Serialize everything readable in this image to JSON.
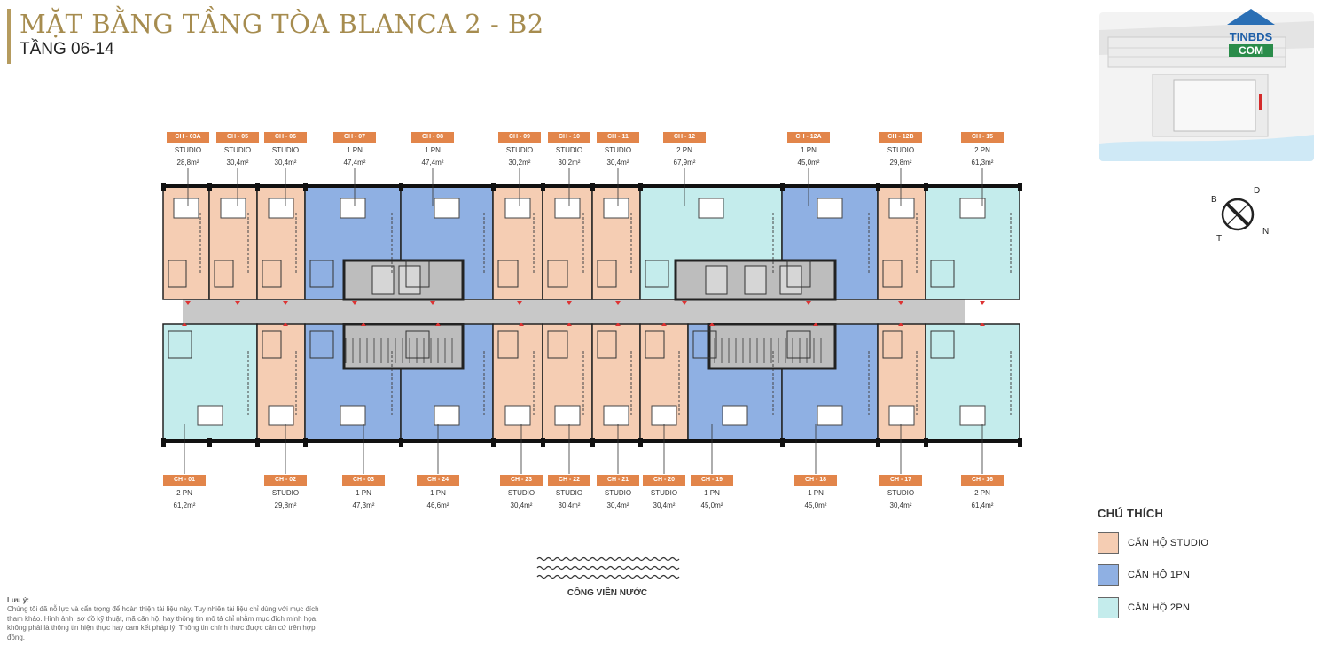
{
  "header": {
    "title": "MẶT BẰNG TẦNG TÒA BLANCA 2 - B2",
    "subtitle": "TẦNG 06-14"
  },
  "logo": {
    "line1": "TINBDS",
    "line2": "COM"
  },
  "compass": {
    "b": "B",
    "d": "Đ",
    "t": "T",
    "n": "N"
  },
  "colors": {
    "studio": "#f5cdb3",
    "one_bedroom": "#8fb0e3",
    "two_bedroom": "#c4ecec",
    "tag": "#e2854a",
    "corridor": "#c8c8c8",
    "title_gold": "#a68c4f"
  },
  "units_top": [
    {
      "code": "CH - 03A",
      "type": "STUDIO",
      "area": "28,8m²"
    },
    {
      "code": "CH - 05",
      "type": "STUDIO",
      "area": "30,4m²"
    },
    {
      "code": "CH - 06",
      "type": "STUDIO",
      "area": "30,4m²"
    },
    {
      "code": "CH - 07",
      "type": "1 PN",
      "area": "47,4m²"
    },
    {
      "code": "CH - 08",
      "type": "1 PN",
      "area": "47,4m²"
    },
    {
      "code": "CH - 09",
      "type": "STUDIO",
      "area": "30,2m²"
    },
    {
      "code": "CH - 10",
      "type": "STUDIO",
      "area": "30,2m²"
    },
    {
      "code": "CH - 11",
      "type": "STUDIO",
      "area": "30,4m²"
    },
    {
      "code": "CH - 12",
      "type": "2 PN",
      "area": "67,9m²"
    },
    {
      "code": "CH - 12A",
      "type": "1 PN",
      "area": "45,0m²"
    },
    {
      "code": "CH - 12B",
      "type": "STUDIO",
      "area": "29,8m²"
    },
    {
      "code": "CH - 15",
      "type": "2 PN",
      "area": "61,3m²"
    }
  ],
  "units_bottom": [
    {
      "code": "CH - 01",
      "type": "2 PN",
      "area": "61,2m²"
    },
    {
      "code": "CH - 02",
      "type": "STUDIO",
      "area": "29,8m²"
    },
    {
      "code": "CH - 03",
      "type": "1 PN",
      "area": "47,3m²"
    },
    {
      "code": "CH - 24",
      "type": "1 PN",
      "area": "46,6m²"
    },
    {
      "code": "CH - 23",
      "type": "STUDIO",
      "area": "30,4m²"
    },
    {
      "code": "CH - 22",
      "type": "STUDIO",
      "area": "30,4m²"
    },
    {
      "code": "CH - 21",
      "type": "STUDIO",
      "area": "30,4m²"
    },
    {
      "code": "CH - 20",
      "type": "STUDIO",
      "area": "30,4m²"
    },
    {
      "code": "CH - 19",
      "type": "1 PN",
      "area": "45,0m²"
    },
    {
      "code": "CH - 18",
      "type": "1 PN",
      "area": "45,0m²"
    },
    {
      "code": "CH - 17",
      "type": "STUDIO",
      "area": "30,4m²"
    },
    {
      "code": "CH - 16",
      "type": "2 PN",
      "area": "61,4m²"
    }
  ],
  "legend": {
    "title": "CHÚ THÍCH",
    "items": [
      {
        "label": "CĂN HỘ STUDIO",
        "color": "#f5cdb3"
      },
      {
        "label": "CĂN HỘ 1PN",
        "color": "#8fb0e3"
      },
      {
        "label": "CĂN HỘ 2PN",
        "color": "#c4ecec"
      }
    ]
  },
  "park": {
    "label": "CÔNG VIÊN NƯỚC"
  },
  "note": {
    "title": "Lưu ý:",
    "text": "Chúng tôi đã nỗ lực và cẩn trọng để hoàn thiện tài liệu này. Tuy nhiên tài liệu chỉ dùng với mục đích tham khảo. Hình ảnh, sơ đồ kỹ thuật, mã căn hộ, hay thông tin mô tả chỉ nhằm mục đích minh họa, không phải là thông tin hiện thực hay cam kết pháp lý. Thông tin chính thức được căn cứ trên hợp đồng."
  }
}
